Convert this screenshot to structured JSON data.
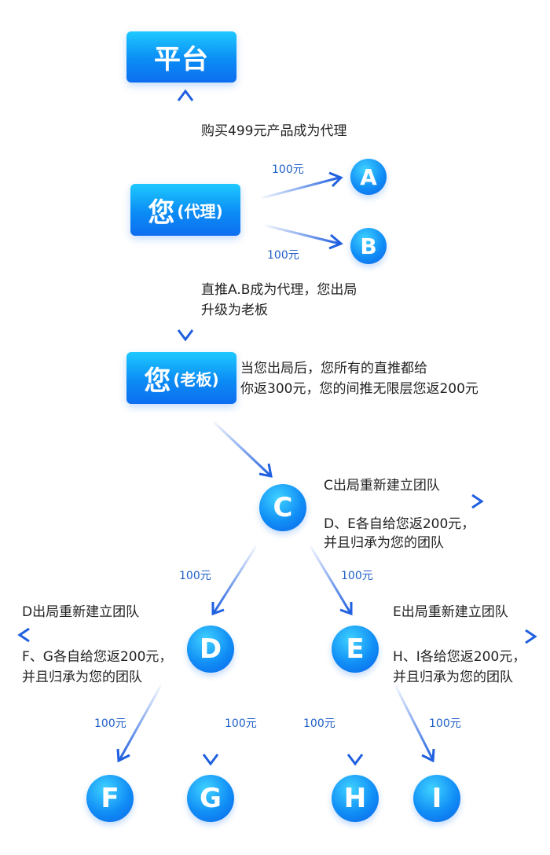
{
  "nodes": {
    "platform": "平台",
    "agent_main": "您",
    "agent_sub": "(代理)",
    "boss_main": "您",
    "boss_sub": "(老板)",
    "a": "A",
    "b": "B",
    "c": "C",
    "d": "D",
    "e": "E",
    "f": "F",
    "g": "G",
    "h": "H",
    "i": "I"
  },
  "labels": {
    "buy_text": "购买499元产品成为代理",
    "amt_a": "100元",
    "amt_b": "100元",
    "upgrade_line1": "直推A.B成为代理，您出局",
    "upgrade_line2": "升级为老板",
    "boss_line1": "当您出局后，您所有的直推都给",
    "boss_line2": "你返300元，您的间推无限层您返200元",
    "c_line1": "C出局重新建立团队",
    "c_line2": "D、E各自给您返200元，",
    "c_line3": "并且归承为您的团队",
    "amt_cd": "100元",
    "amt_ce": "100元",
    "d_line1": "D出局重新建立团队",
    "d_line2": "F、G各自给您返200元，",
    "d_line3": "并且归承为您的团队",
    "e_line1": "E出局重新建立团队",
    "e_line2": "H、I各给您返200元，",
    "e_line3": "并且归承为您的团队",
    "amt_df": "100元",
    "amt_dg": "100元",
    "amt_eh": "100元",
    "amt_ei": "100元"
  },
  "colors": {
    "arrow": "#1f5fe0",
    "node_gradient_top": "#1ec9ff",
    "node_gradient_bottom": "#0d6ef0",
    "amount_text": "#1f5fc8"
  }
}
